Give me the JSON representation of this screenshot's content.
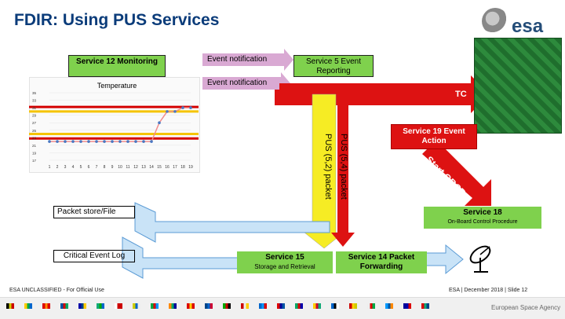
{
  "header": {
    "title": "FDIR: Using PUS Services",
    "logo_text": "esa"
  },
  "boxes": {
    "service12": "Service 12 Monitoring",
    "event_notification_1": "Event notification",
    "event_notification_2": "Event notification",
    "service5": "Service 5 Event Reporting",
    "service19": "Service 19 Event Action",
    "packet_store": "Packet store/File",
    "service18": "Service 18",
    "service18_sub": "On-Board Control Procedure",
    "critical_log": "Critical Event Log",
    "service15": "Service 15",
    "service15_sub": "Storage and Retrieval",
    "service14": "Service 14 Packet Forwarding"
  },
  "arrows": {
    "tc": "TC",
    "start_obcp": "Start OBCP",
    "pus52": "PUS (5,2) packet",
    "pus54": "PUS (5,4) packet"
  },
  "chart": {
    "title": "Temperature",
    "y_ticks": [
      "35",
      "33",
      "31",
      "29",
      "27",
      "25",
      "23",
      "21",
      "19",
      "17"
    ],
    "x_ticks": [
      "1",
      "2",
      "3",
      "4",
      "5",
      "6",
      "7",
      "8",
      "9",
      "10",
      "11",
      "12",
      "13",
      "14",
      "15",
      "16",
      "17",
      "18",
      "19"
    ],
    "limit_colors": {
      "red": "#d40000",
      "yellow": "#f5c400"
    }
  },
  "footer": {
    "classification": "ESA UNCLASSIFIED - For Official Use",
    "slide_info": "ESA | December 2018 | Slide 12",
    "agency": "European Space Agency"
  },
  "chart_data": {
    "type": "line",
    "title": "Temperature",
    "x": [
      1,
      2,
      3,
      4,
      5,
      6,
      7,
      8,
      9,
      10,
      11,
      12,
      13,
      14,
      15,
      16,
      17,
      18,
      19
    ],
    "series": [
      {
        "values": [
          22,
          22,
          22,
          22,
          22,
          22,
          22,
          22,
          22,
          22,
          22,
          22,
          22,
          22,
          27,
          30,
          30,
          31,
          31
        ]
      }
    ],
    "ylim": [
      17,
      35
    ],
    "limits": {
      "upper_red": 31.2,
      "upper_yellow": 30,
      "lower_yellow": 24,
      "lower_red": 22.8
    }
  }
}
